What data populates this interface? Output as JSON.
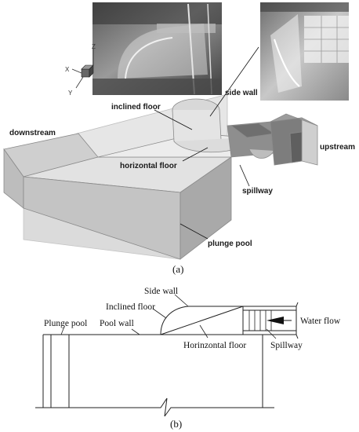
{
  "panel_a": {
    "caption": "(a)",
    "labels": {
      "inclined_floor": "inclined floor",
      "side_wall": "side wall",
      "downstream": "downstream",
      "upstream": "upstream",
      "horizontal_floor": "horizontal floor",
      "spillway": "spillway",
      "plunge_pool": "plunge pool"
    },
    "axes": {
      "x": "X",
      "y": "Y",
      "z": "Z"
    }
  },
  "panel_b": {
    "caption": "(b)",
    "labels": {
      "side_wall": "Side wall",
      "inclined_floor": "Inclined floor",
      "plunge_pool": "Plunge pool",
      "pool_wall": "Pool wall",
      "water_flow": "Water flow",
      "horizontal_floor": "Horinzontal floor",
      "spillway": "Spillway"
    }
  }
}
